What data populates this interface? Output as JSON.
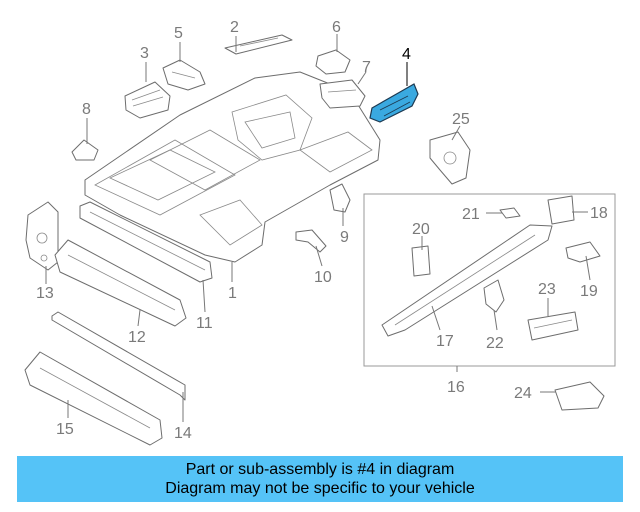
{
  "diagram": {
    "highlighted_part": "4",
    "highlight_color": "#3aa9e0",
    "callouts": {
      "c1": "1",
      "c2": "2",
      "c3": "3",
      "c4": "4",
      "c5": "5",
      "c6": "6",
      "c7": "7",
      "c8": "8",
      "c9": "9",
      "c10": "10",
      "c11": "11",
      "c12": "12",
      "c13": "13",
      "c14": "14",
      "c15": "15",
      "c16": "16",
      "c17": "17",
      "c18": "18",
      "c19": "19",
      "c20": "20",
      "c21": "21",
      "c22": "22",
      "c23": "23",
      "c24": "24",
      "c25": "25"
    }
  },
  "banner": {
    "line1": "Part or sub-assembly is #4 in diagram",
    "line2": "Diagram may not be specific to your vehicle",
    "color": "#55c3f7"
  }
}
